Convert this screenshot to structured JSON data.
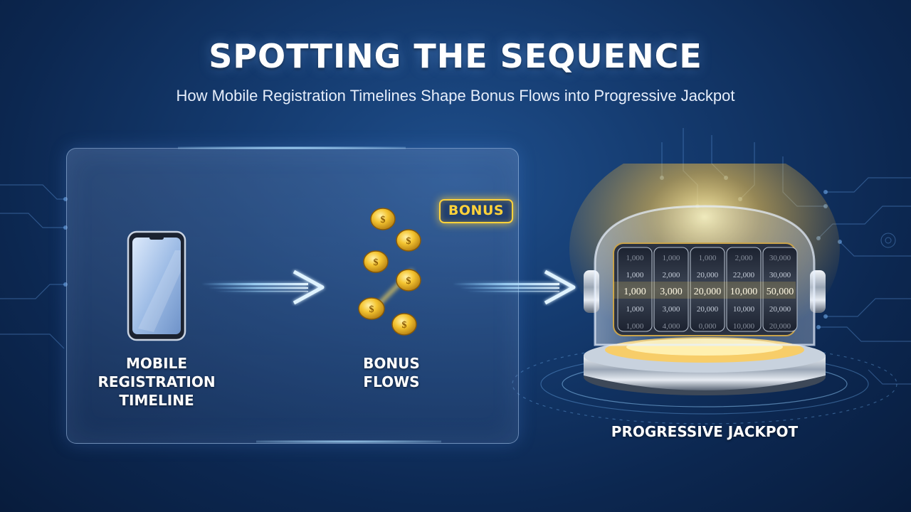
{
  "header": {
    "title": "SPOTTING THE SEQUENCE",
    "subtitle": "How Mobile Registration Timelines Shape Bonus Flows into Progressive Jackpot"
  },
  "stages": {
    "mobile_label_lines": [
      "MOBILE",
      "REGISTRATION",
      "TIMELINE"
    ],
    "bonus_label_lines": [
      "BONUS",
      "FLOWS"
    ],
    "bonus_badge": "BONUS",
    "jackpot_label": "PROGRESSIVE JACKPOT"
  },
  "reels": [
    [
      "1,000",
      "1,000",
      "1,000",
      "1,000",
      "1,000"
    ],
    [
      "1,000",
      "2,000",
      "3,000",
      "3,000",
      "4,000"
    ],
    [
      "1,000",
      "20,000",
      "20,000",
      "20,000",
      "0,000"
    ],
    [
      "2,000",
      "22,000",
      "10,000",
      "10,000",
      "10,000"
    ],
    [
      "30,000",
      "30,000",
      "50,000",
      "20,000",
      "20,000"
    ]
  ],
  "colors": {
    "accent_gold": "#ffd23a",
    "arrow_glow": "#7fc8ff",
    "background": "#143a6e"
  }
}
